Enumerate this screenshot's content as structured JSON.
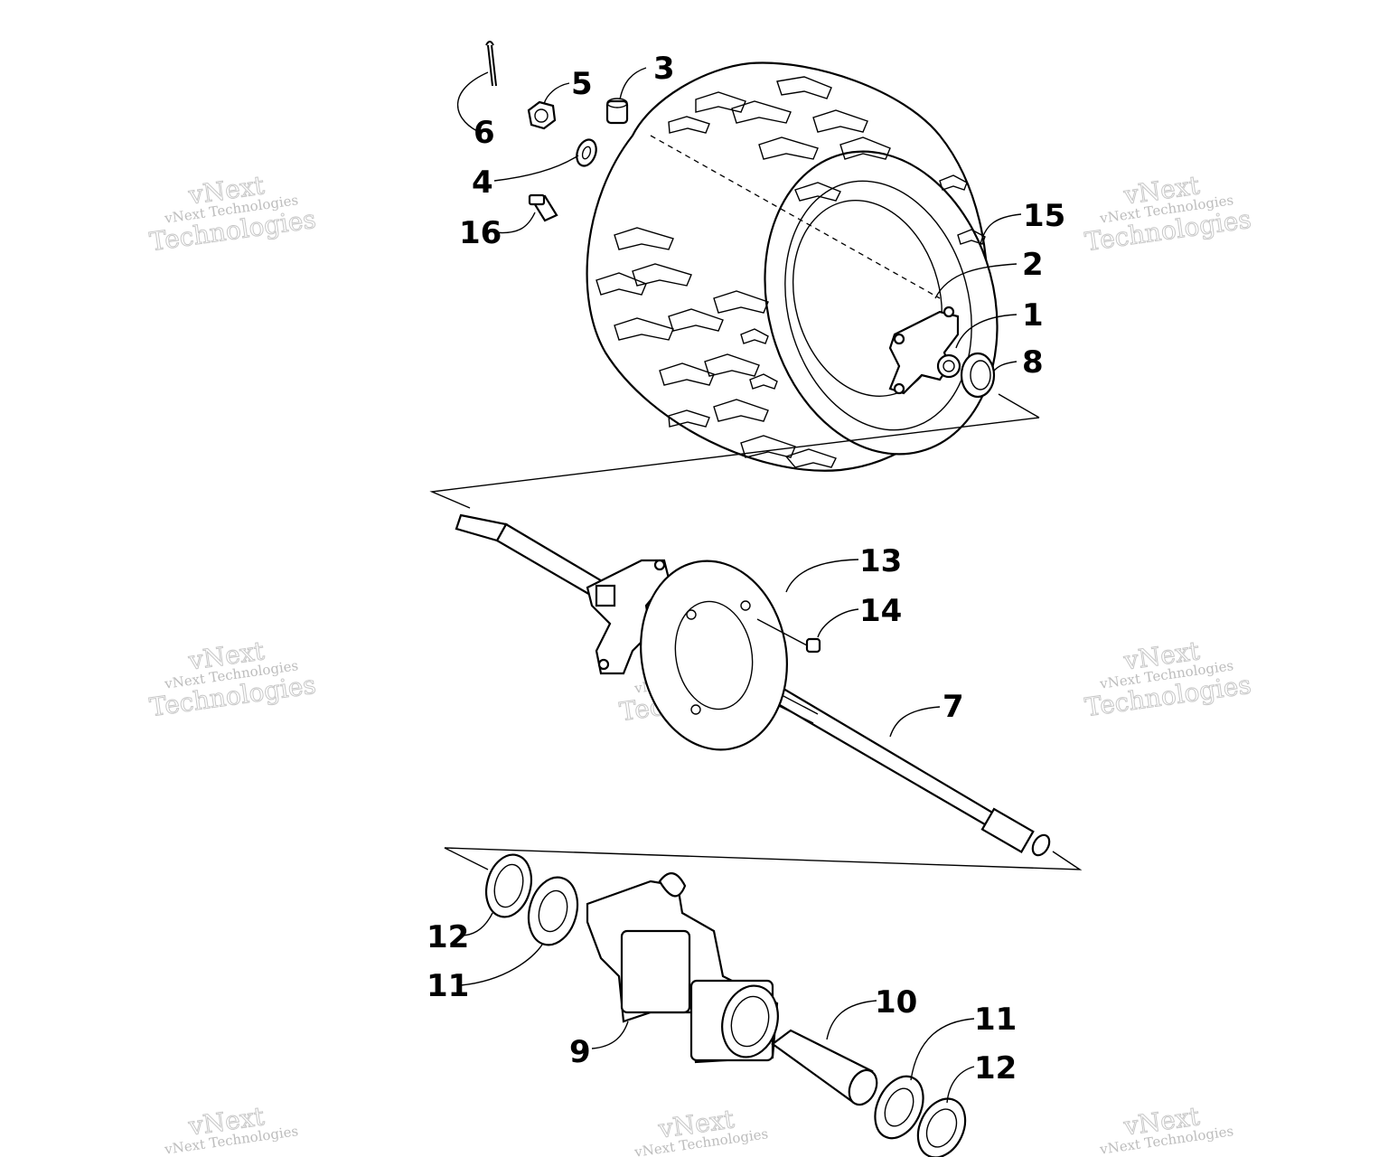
{
  "diagram": {
    "callouts": [
      {
        "id": "1",
        "text": "1"
      },
      {
        "id": "2",
        "text": "2"
      },
      {
        "id": "3",
        "text": "3"
      },
      {
        "id": "4",
        "text": "4"
      },
      {
        "id": "5",
        "text": "5"
      },
      {
        "id": "6",
        "text": "6"
      },
      {
        "id": "7",
        "text": "7"
      },
      {
        "id": "8",
        "text": "8"
      },
      {
        "id": "9",
        "text": "9"
      },
      {
        "id": "10",
        "text": "10"
      },
      {
        "id": "11a",
        "text": "11"
      },
      {
        "id": "11b",
        "text": "11"
      },
      {
        "id": "12a",
        "text": "12"
      },
      {
        "id": "12b",
        "text": "12"
      },
      {
        "id": "13",
        "text": "13"
      },
      {
        "id": "14",
        "text": "14"
      },
      {
        "id": "15",
        "text": "15"
      },
      {
        "id": "16",
        "text": "16"
      }
    ],
    "watermark": {
      "line1": "vNext Technologies",
      "line2": "vNext",
      "line3": "Technologies"
    }
  }
}
